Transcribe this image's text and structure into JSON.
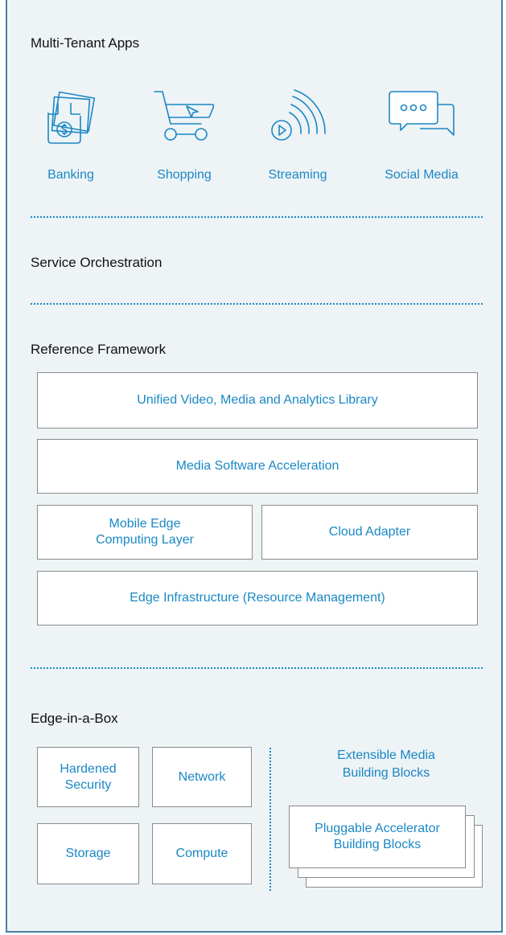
{
  "sections": {
    "apps": "Multi-Tenant Apps",
    "orchestration": "Service Orchestration",
    "framework": "Reference Framework",
    "edge_box": "Edge-in-a-Box"
  },
  "apps": [
    {
      "label": "Banking",
      "icon": "banking-icon"
    },
    {
      "label": "Shopping",
      "icon": "shopping-cart-icon"
    },
    {
      "label": "Streaming",
      "icon": "streaming-icon"
    },
    {
      "label": "Social Media",
      "icon": "social-media-chat-icon"
    }
  ],
  "framework_layers": {
    "video_library": "Unified Video, Media and Analytics Library",
    "media_sw_accel": "Media Software Acceleration",
    "mobile_edge": "Mobile Edge\nComputing Layer",
    "cloud_adapter": "Cloud Adapter",
    "edge_infra": "Edge Infrastructure (Resource Management)"
  },
  "edge_box": {
    "hardened_security": "Hardened\nSecurity",
    "network": "Network",
    "storage": "Storage",
    "compute": "Compute",
    "extensible_media": "Extensible Media\nBuilding Blocks",
    "pluggable_accel": "Pluggable Accelerator\nBuilding Blocks"
  },
  "colors": {
    "accent": "#1a88c4",
    "background": "#eef3f6",
    "border": "#4a7fa8"
  }
}
